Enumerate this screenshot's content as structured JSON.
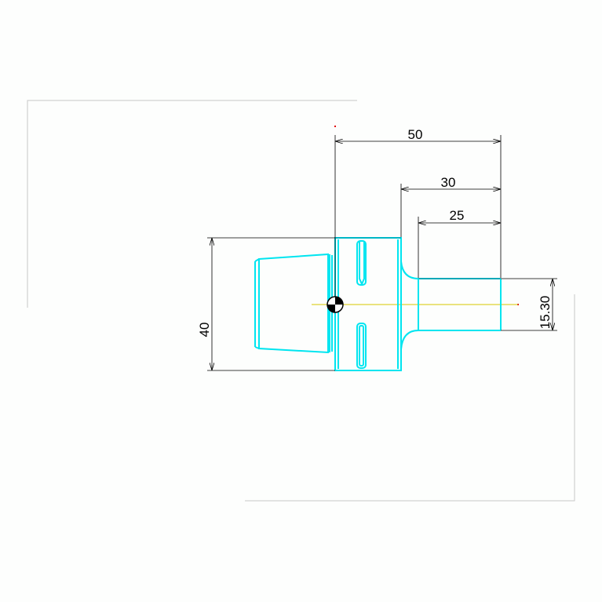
{
  "dimensions": {
    "overall_length": "50",
    "shaft_length": "30",
    "shaft_straight_length": "25",
    "body_height": "40",
    "shaft_diameter": "15.30"
  },
  "colors": {
    "background": "#fdfefd",
    "part_outline": "#00e5f0",
    "part_outline_dark": "#00a8b8",
    "dimension_line": "#000000",
    "centerline": "#d8c800",
    "sheet_border": "#c8c8c8",
    "marker_red": "#e00000"
  },
  "icons": {
    "datum": "datum-origin-icon"
  }
}
